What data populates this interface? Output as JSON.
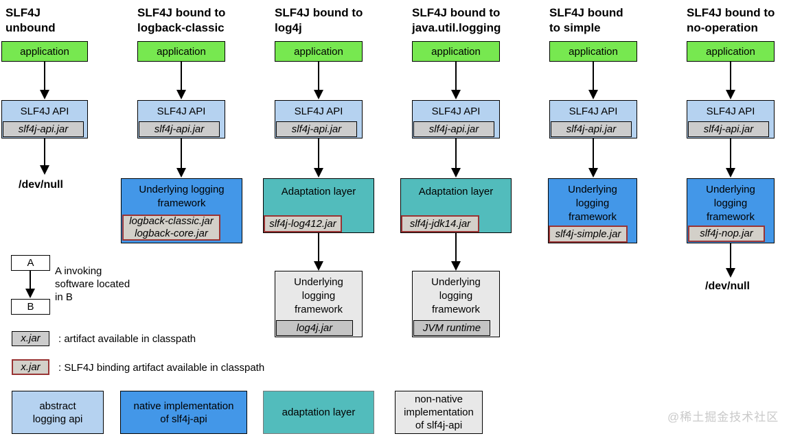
{
  "watermark": "@稀土掘金技术社区",
  "colors": {
    "application_green": "#77e850",
    "api_light_blue": "#b5d2f0",
    "jar_gray": "#cccccc",
    "binding_border_dark_red": "#993333",
    "native_blue": "#4397e8",
    "adaptation_teal": "#52bcbc",
    "nonnative_gray": "#e8e8e8"
  },
  "columns": [
    {
      "title": "SLF4J\nunbound",
      "application": "application",
      "api": "SLF4J API",
      "api_jar": "slf4j-api.jar",
      "sink": "/dev/null"
    },
    {
      "title": "SLF4J bound to\nlogback-classic",
      "application": "application",
      "api": "SLF4J API",
      "api_jar": "slf4j-api.jar",
      "framework": "Underlying logging\nframework",
      "framework_jar": "logback-classic.jar\nlogback-core.jar"
    },
    {
      "title": "SLF4J bound to\nlog4j",
      "application": "application",
      "api": "SLF4J API",
      "api_jar": "slf4j-api.jar",
      "adaptation": "Adaptation layer",
      "adaptation_jar": "slf4j-log412.jar",
      "framework": "Underlying\nlogging\nframework",
      "framework_jar": "log4j.jar"
    },
    {
      "title": "SLF4J bound to\njava.util.logging",
      "application": "application",
      "api": "SLF4J API",
      "api_jar": "slf4j-api.jar",
      "adaptation": "Adaptation layer",
      "adaptation_jar": "slf4j-jdk14.jar",
      "framework": "Underlying\nlogging\nframework",
      "framework_jar": "JVM runtime"
    },
    {
      "title": "SLF4J bound\nto simple",
      "application": "application",
      "api": "SLF4J API",
      "api_jar": "slf4j-api.jar",
      "framework": "Underlying\nlogging\nframework",
      "framework_jar": "slf4j-simple.jar"
    },
    {
      "title": "SLF4J bound to\nno-operation",
      "application": "application",
      "api": "SLF4J API",
      "api_jar": "slf4j-api.jar",
      "framework": "Underlying\nlogging\nframework",
      "framework_jar": "slf4j-nop.jar",
      "sink": "/dev/null"
    }
  ],
  "legend": {
    "invoke": {
      "a": "A",
      "b": "B",
      "text": "A invoking\nsoftware located\nin B"
    },
    "artifact": {
      "box": "x.jar",
      "text": ": artifact available in classpath"
    },
    "binding": {
      "box": "x.jar",
      "text": ": SLF4J binding artifact available in classpath"
    },
    "types": [
      {
        "label": "abstract\nlogging api"
      },
      {
        "label": "native implementation\nof slf4j-api"
      },
      {
        "label": "adaptation layer"
      },
      {
        "label": "non-native\nimplementation\nof slf4j-api"
      }
    ]
  }
}
